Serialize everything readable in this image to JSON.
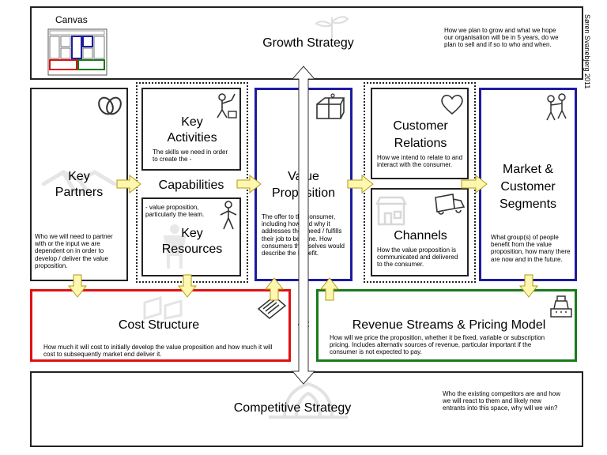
{
  "author": "Søren Svanebjerg 2011",
  "canvas_label": "Canvas",
  "growth": {
    "title": "Growth Strategy",
    "desc": "How we plan to grow and what we hope our organisation will be in 5 years, do we plan to sell and if so to who and when."
  },
  "partners": {
    "title_1": "Key",
    "title_2": "Partners",
    "desc": "Who we will need to partner with or the input we are dependent on in order to develop / deliver the value proposition."
  },
  "activities": {
    "title_1": "Key",
    "title_2": "Activities",
    "desc": "The skills we need in order to create the -"
  },
  "capabilities": {
    "title": "Capabilities"
  },
  "resources": {
    "title_1": "Key",
    "title_2": "Resources",
    "desc": "- value proposition, particularly the team."
  },
  "value": {
    "title_1": "Value",
    "title_2": "Proposition",
    "desc": "The offer to the consumer, including how and why it addresses their need / fulfills their job to be done. How consumers themselves would describe the benefit."
  },
  "relations": {
    "title_1": "Customer",
    "title_2": "Relations",
    "desc": "How we intend to relate to and interact with the consumer."
  },
  "channels": {
    "title": "Channels",
    "desc": "How the value proposition is communicated and delivered to the consumer."
  },
  "segments": {
    "title_1": "Market &",
    "title_2": "Customer",
    "title_3": "Segments",
    "desc": "What group(s) of people benefit from the value proposition, how many there are now and in the future."
  },
  "cost": {
    "title": "Cost Structure",
    "desc": "How much it will cost to initially develop the value proposition and how much it will cost to subsequently market end deliver it."
  },
  "arrow_label": "<<",
  "revenue": {
    "title": "Revenue Streams & Pricing Model",
    "desc": "How will we price the proposition, whether it be fixed, variable or subscription pricing. Includes alternativ sources of revenue, particular important if the consumer is not expected to pay."
  },
  "competitive": {
    "title": "Competitive Strategy",
    "desc": "Who the existing competitors are and how we will react to them and likely new entrants into this space, why will we win?"
  },
  "colors": {
    "blue": "#1c1ca0",
    "red": "#e01010",
    "green": "#1a7a1a",
    "arrow_fill": "#fdf7b0",
    "arrow_stroke": "#b39a10"
  }
}
